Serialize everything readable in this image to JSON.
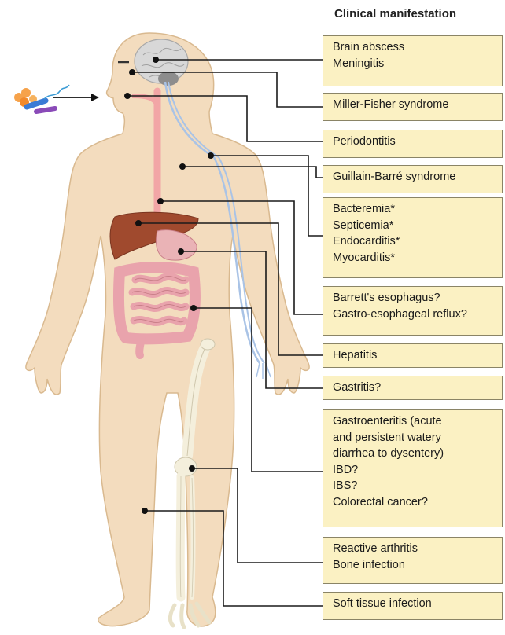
{
  "header": {
    "title": "Clinical manifestation"
  },
  "manifestations": [
    {
      "id": "brain",
      "lines": [
        "Brain abscess",
        "Meningitis"
      ]
    },
    {
      "id": "miller-fisher",
      "lines": [
        "Miller-Fisher syndrome"
      ]
    },
    {
      "id": "periodontitis",
      "lines": [
        "Periodontitis"
      ]
    },
    {
      "id": "guillain-barre",
      "lines": [
        "Guillain-Barré syndrome"
      ]
    },
    {
      "id": "blood-heart",
      "lines": [
        "Bacteremia*",
        "Septicemia*",
        "Endocarditis*",
        "Myocarditis*"
      ]
    },
    {
      "id": "esophagus",
      "lines": [
        "Barrett's esophagus?",
        "Gastro-esophageal reflux?"
      ]
    },
    {
      "id": "hepatitis",
      "lines": [
        "Hepatitis"
      ]
    },
    {
      "id": "gastritis",
      "lines": [
        "Gastritis?"
      ]
    },
    {
      "id": "intestine",
      "lines": [
        "Gastroenteritis (acute",
        "and persistent watery",
        "diarrhea to dysentery)",
        "IBD?",
        "IBS?",
        "Colorectal cancer?"
      ]
    },
    {
      "id": "joint",
      "lines": [
        "Reactive arthritis",
        "Bone infection"
      ]
    },
    {
      "id": "soft-tissue",
      "lines": [
        "Soft tissue infection"
      ]
    }
  ],
  "colors": {
    "skin": "#f3dcbe",
    "skin_outline": "#d9b98f",
    "box_fill": "#fbf1c3",
    "box_border": "#8a8466",
    "liver": "#a04a2e",
    "intestine": "#e9a3ac",
    "stomach": "#eab3b6",
    "esophagus": "#f2a6a6",
    "nerve": "#a9c3e6",
    "bone": "#f4efdc",
    "brain": "#d8d8d8"
  },
  "icons": {
    "bacterium": "campylobacter-bacteria-icon"
  }
}
